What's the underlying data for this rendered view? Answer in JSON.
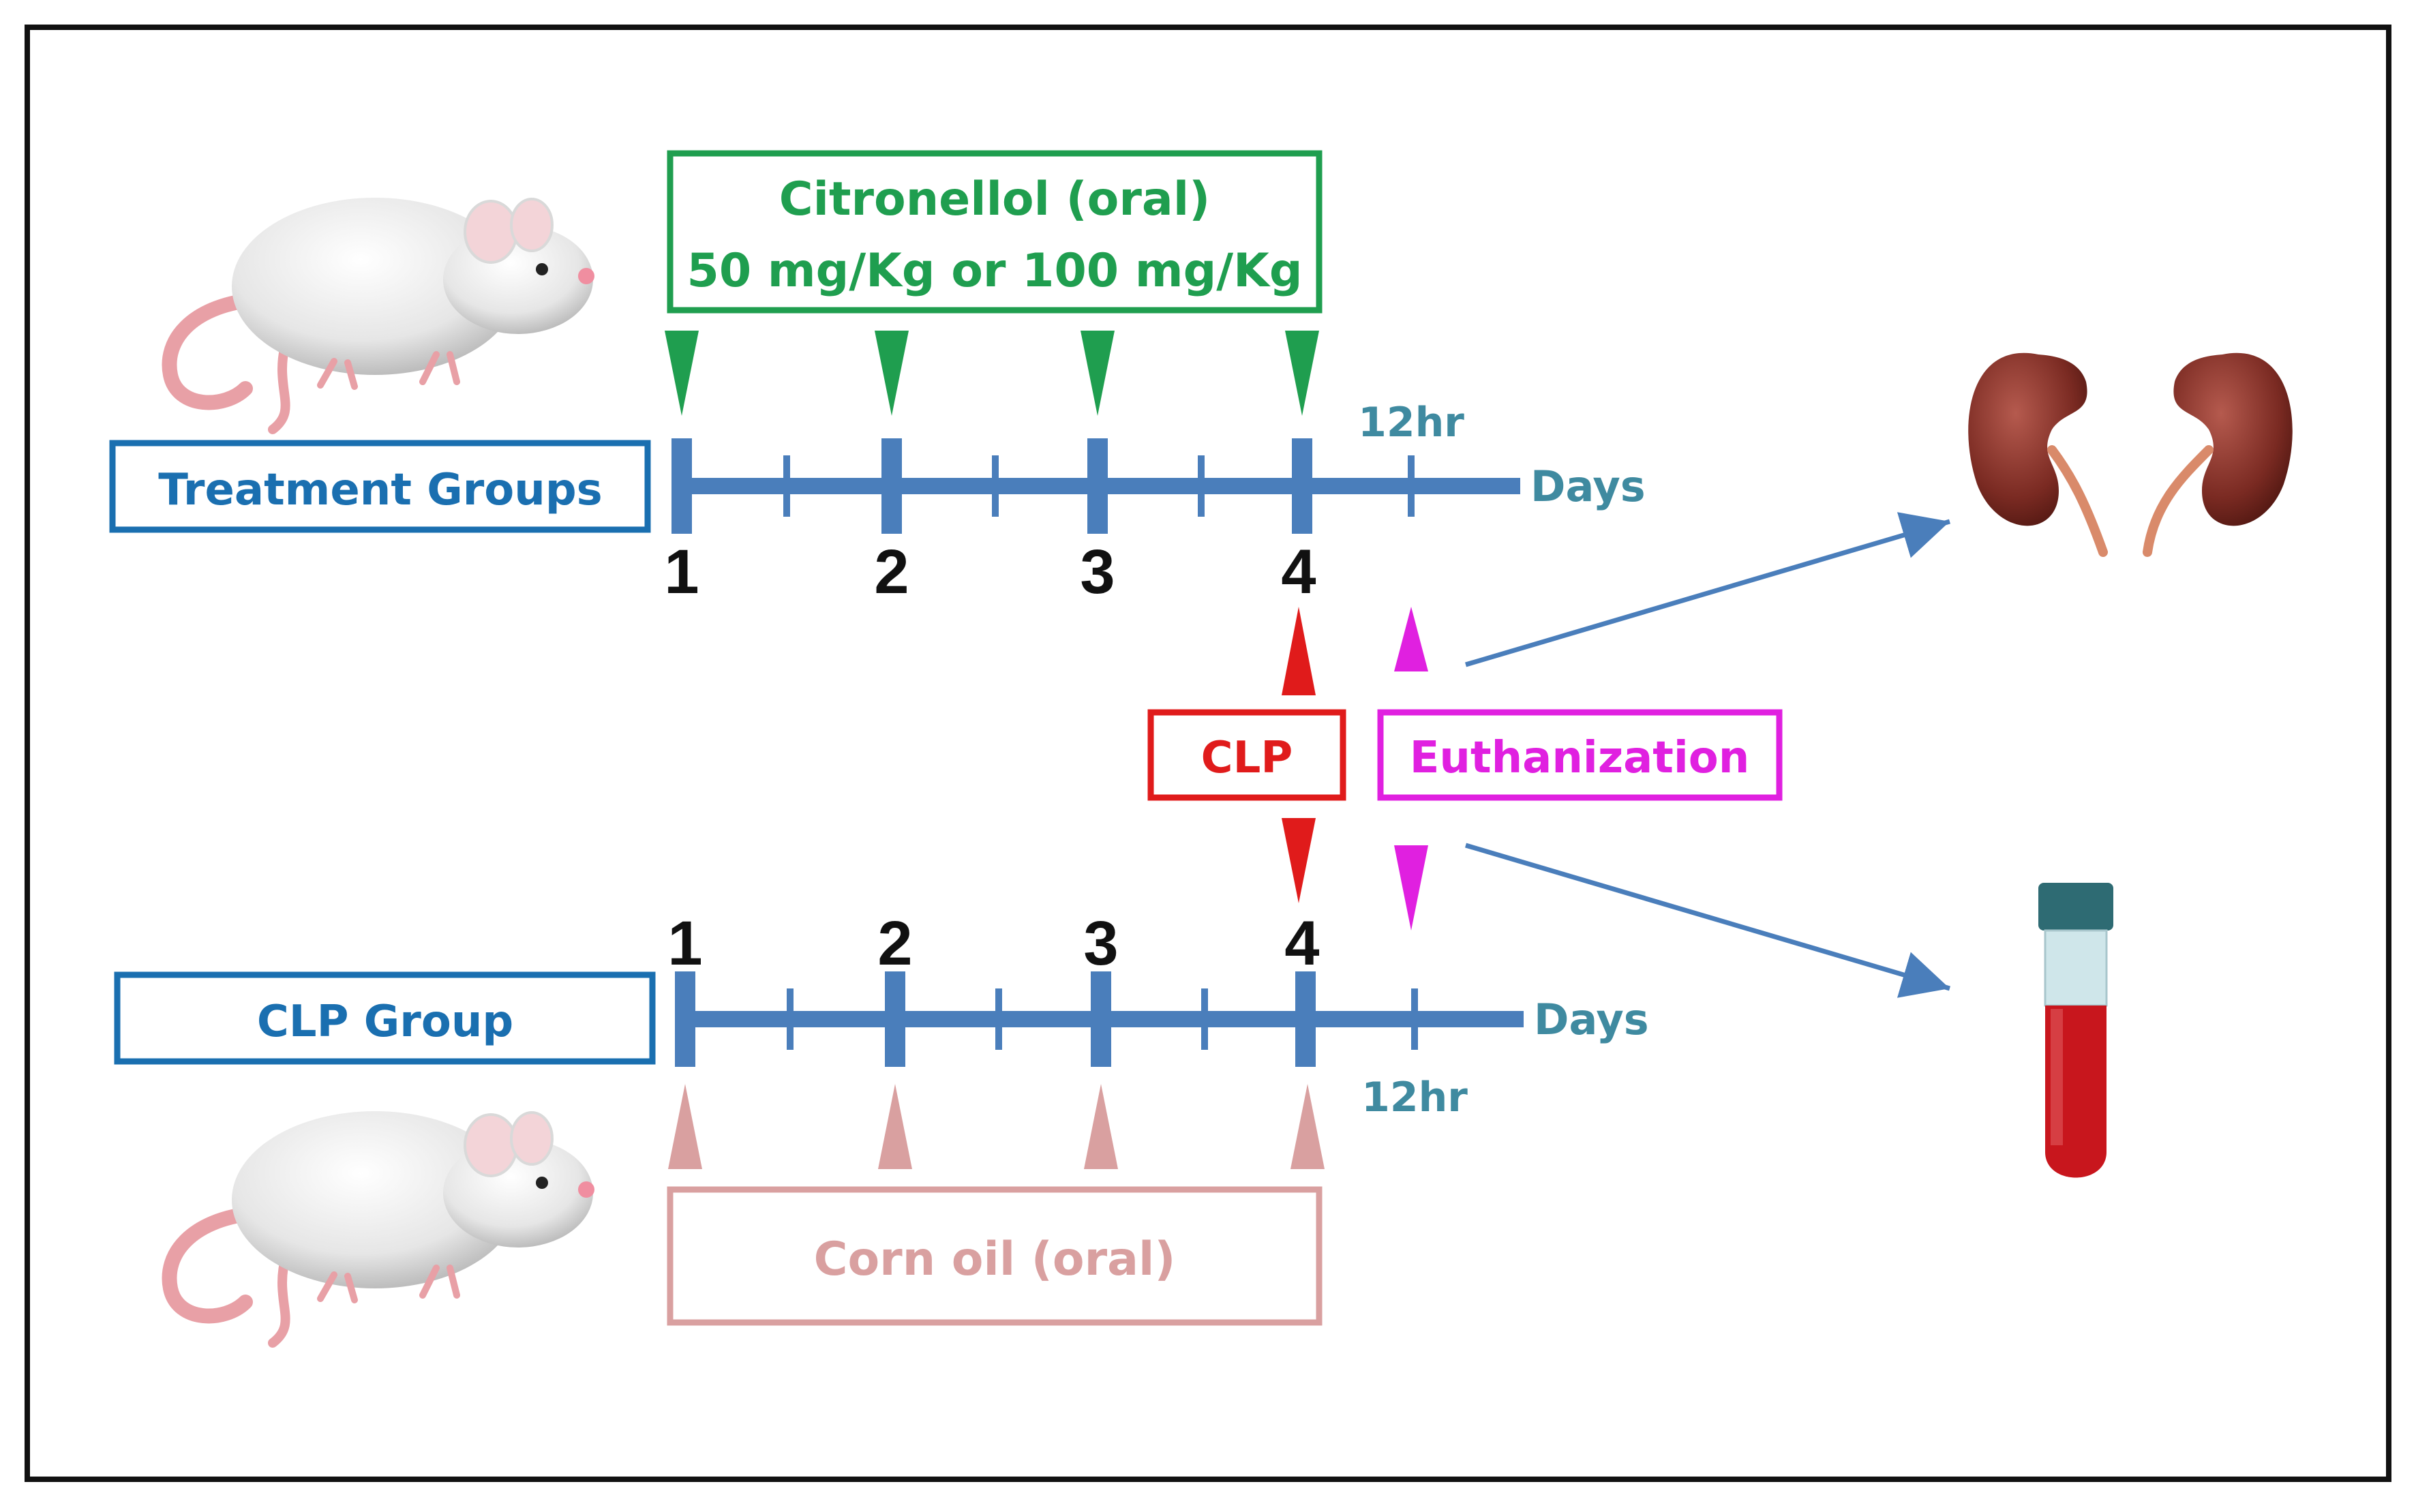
{
  "top_group": {
    "label": "Treatment Groups",
    "drug_line1": "Citronellol (oral)",
    "drug_line2": "50 mg/Kg or 100 mg/Kg",
    "days": [
      "1",
      "2",
      "3",
      "4"
    ],
    "hour_label": "12hr",
    "axis_label": "Days"
  },
  "bottom_group": {
    "label": "CLP Group",
    "vehicle": "Corn oil (oral)",
    "days": [
      "1",
      "2",
      "3",
      "4"
    ],
    "hour_label": "12hr",
    "axis_label": "Days"
  },
  "events": {
    "clp": "CLP",
    "euthanization": "Euthanization"
  },
  "colors": {
    "timeline": "#4a7ebb",
    "treatment": "#1f9e4f",
    "clp": "#e01b1b",
    "euthanization": "#e020e0",
    "vehicle": "#d9a0a0",
    "group_box": "#1a6fb0",
    "hour_text": "#3f8aa0"
  },
  "icons": [
    "rat-icon",
    "kidneys-icon",
    "blood-tube-icon"
  ]
}
